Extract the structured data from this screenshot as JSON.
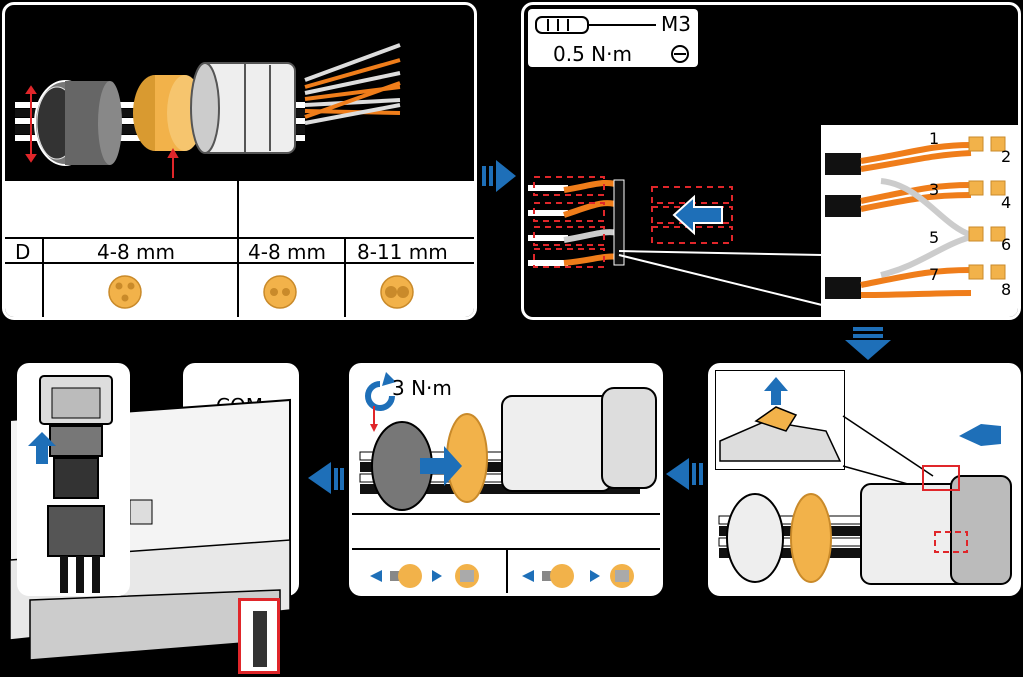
{
  "panel1": {
    "table": {
      "col_d": "D",
      "col_a": "4-8 mm",
      "col_b": "4-8 mm",
      "col_c": "8-11 mm"
    }
  },
  "panel2": {
    "tool_spec": "M3",
    "torque": "0.5 N·m",
    "pin_labels": [
      "1",
      "2",
      "3",
      "4",
      "5",
      "6",
      "7",
      "8"
    ]
  },
  "panel4": {
    "torque": "3 N·m"
  },
  "panel5": {
    "port_label": "COM"
  },
  "colors": {
    "accent_blue": "#1e6fb8",
    "seal_orange": "#f2b24a",
    "wire_orange": "#ef7d1a",
    "marker_red": "#e0262a"
  }
}
